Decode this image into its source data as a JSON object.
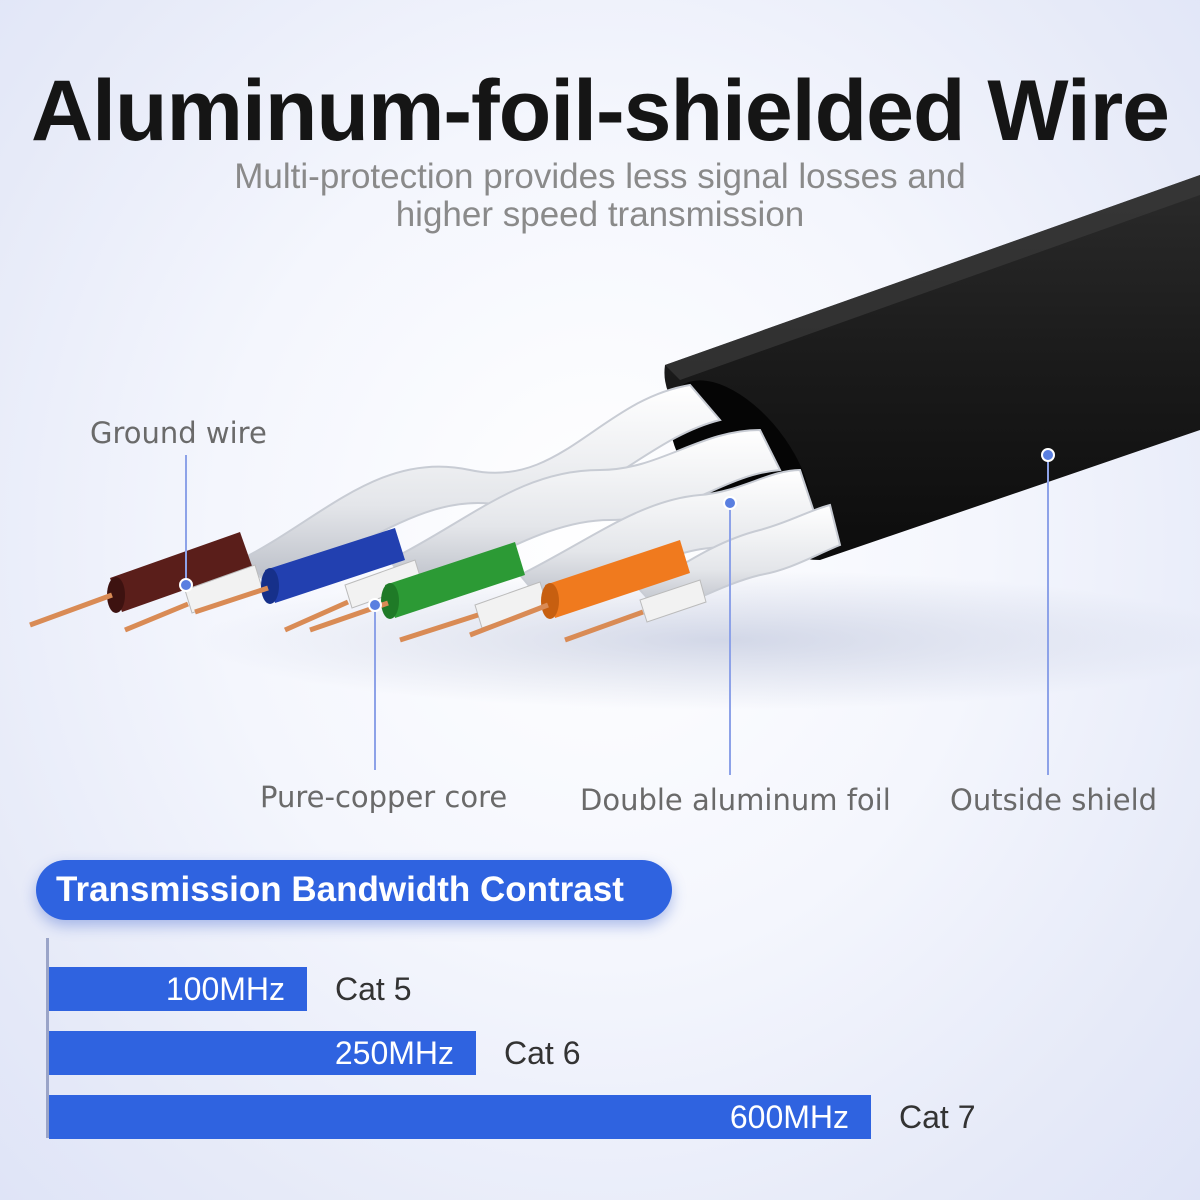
{
  "heading": {
    "title": "Aluminum-foil-shielded Wire",
    "subtitle_line1": "Multi-protection provides less signal losses and",
    "subtitle_line2": "higher speed transmission"
  },
  "callouts": {
    "ground_wire": "Ground wire",
    "pure_copper_core": "Pure-copper core",
    "double_aluminum_foil": "Double aluminum foil",
    "outside_shield": "Outside shield"
  },
  "bandwidth": {
    "heading": "Transmission Bandwidth Contrast",
    "bars": [
      {
        "value": "100MHz",
        "category": "Cat 5",
        "mhz": 100
      },
      {
        "value": "250MHz",
        "category": "Cat 6",
        "mhz": 250
      },
      {
        "value": "600MHz",
        "category": "Cat 7",
        "mhz": 600
      }
    ]
  },
  "colors": {
    "accent": "#2f63e0",
    "callout_line": "#8da2e8",
    "cable_jacket": "#1e1e1e",
    "pair_brown": "#5a1e1a",
    "pair_blue": "#2240b0",
    "pair_green": "#2c9a35",
    "pair_orange": "#f07a1e",
    "copper": "#d98b55"
  }
}
